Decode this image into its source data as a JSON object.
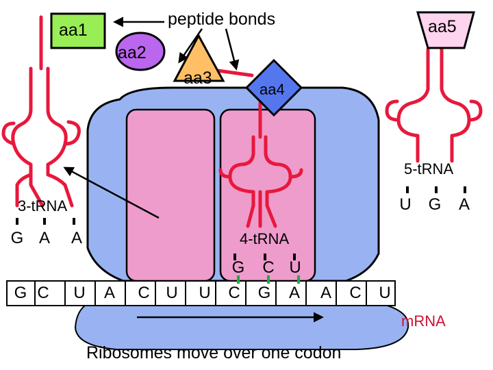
{
  "labels": {
    "peptide_bonds": "peptide bonds",
    "aa1": "aa1",
    "aa2": "aa2",
    "aa3": "aa3",
    "aa4": "aa4",
    "aa5": "aa5",
    "trna3": "3-tRNA",
    "trna4": "4-tRNA",
    "trna5": "5-tRNA",
    "mrna": "mRNA",
    "caption": "Ribosomes move over one codon"
  },
  "mrna_bases": [
    "G",
    "C",
    "U",
    "A",
    "C",
    "U",
    "U",
    "C",
    "G",
    "A",
    "A",
    "C",
    "U"
  ],
  "anticodons": {
    "trna3": [
      "G",
      "A",
      "A"
    ],
    "trna4": [
      "G",
      "C",
      "U"
    ],
    "trna5": [
      "U",
      "G",
      "A"
    ]
  },
  "colors": {
    "ribosome_large": "#99b3f2",
    "ribosome_small": "#99b3f2",
    "site": "#ee9ccc",
    "trna": "#e8183c",
    "aa1": "#99ee55",
    "aa2": "#bb66ee",
    "aa3": "#ffbf66",
    "aa4": "#5577ee",
    "aa5": "#ffd4ee",
    "codon_pair": "#22aa44",
    "mrna_label": "#cc1133"
  }
}
